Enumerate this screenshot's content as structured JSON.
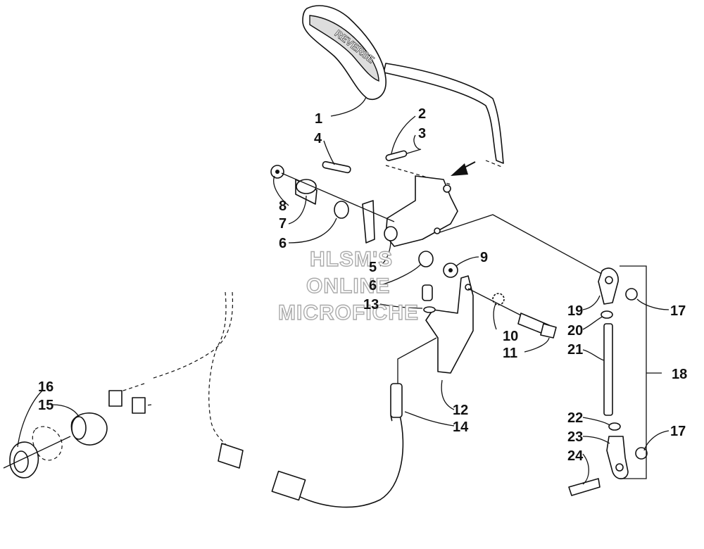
{
  "diagram": {
    "callouts": [
      {
        "id": "c1",
        "text": "1"
      },
      {
        "id": "c2",
        "text": "2"
      },
      {
        "id": "c3",
        "text": "3"
      },
      {
        "id": "c4",
        "text": "4"
      },
      {
        "id": "c5",
        "text": "5"
      },
      {
        "id": "c6a",
        "text": "6"
      },
      {
        "id": "c6b",
        "text": "6"
      },
      {
        "id": "c7",
        "text": "7"
      },
      {
        "id": "c8",
        "text": "8"
      },
      {
        "id": "c9",
        "text": "9"
      },
      {
        "id": "c10",
        "text": "10"
      },
      {
        "id": "c11",
        "text": "11"
      },
      {
        "id": "c12",
        "text": "12"
      },
      {
        "id": "c13",
        "text": "13"
      },
      {
        "id": "c14",
        "text": "14"
      },
      {
        "id": "c15",
        "text": "15"
      },
      {
        "id": "c16",
        "text": "16"
      },
      {
        "id": "c17a",
        "text": "17"
      },
      {
        "id": "c17b",
        "text": "17"
      },
      {
        "id": "c18",
        "text": "18"
      },
      {
        "id": "c19",
        "text": "19"
      },
      {
        "id": "c20",
        "text": "20"
      },
      {
        "id": "c21",
        "text": "21"
      },
      {
        "id": "c22",
        "text": "22"
      },
      {
        "id": "c23",
        "text": "23"
      },
      {
        "id": "c24",
        "text": "24"
      }
    ],
    "watermark": [
      "HLSM'S",
      "ONLINE",
      "MICROFICHE"
    ],
    "handle_lettering": "REVERSE"
  }
}
